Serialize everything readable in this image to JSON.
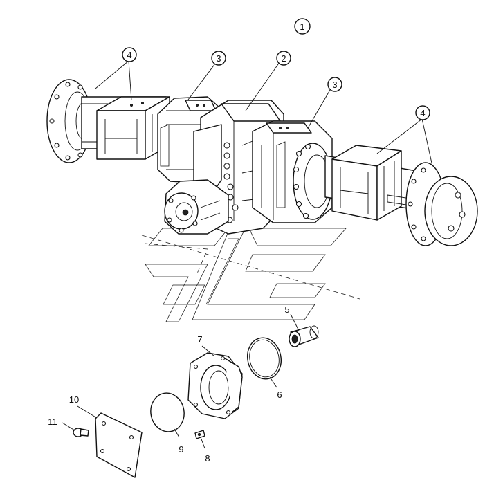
{
  "diagram": {
    "callouts": [
      {
        "id": "c1",
        "label": "1",
        "circled": true
      },
      {
        "id": "c2",
        "label": "2",
        "circled": true
      },
      {
        "id": "c3a",
        "label": "3",
        "circled": true
      },
      {
        "id": "c3b",
        "label": "3",
        "circled": true
      },
      {
        "id": "c4a",
        "label": "4",
        "circled": true
      },
      {
        "id": "c4b",
        "label": "4",
        "circled": true
      },
      {
        "id": "c5",
        "label": "5",
        "circled": false
      },
      {
        "id": "c6",
        "label": "6",
        "circled": false
      },
      {
        "id": "c7",
        "label": "7",
        "circled": false
      },
      {
        "id": "c8",
        "label": "8",
        "circled": false
      },
      {
        "id": "c9",
        "label": "9",
        "circled": false
      },
      {
        "id": "c10",
        "label": "10",
        "circled": false
      },
      {
        "id": "c11",
        "label": "11",
        "circled": false
      }
    ]
  }
}
